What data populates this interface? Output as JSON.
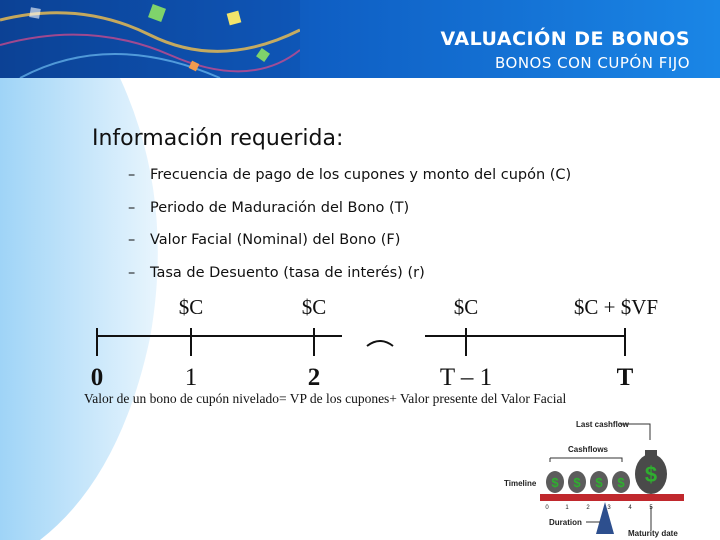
{
  "header": {
    "title": "VALUACIÓN DE BONOS",
    "subtitle": "BONOS CON CUPÓN FIJO"
  },
  "main": {
    "heading": "Información requerida:",
    "bullets": [
      "Frecuencia de pago de los cupones y monto del cupón (C)",
      "Periodo de Maduración del Bono (T)",
      "Valor Facial (Nominal) del Bono (F)",
      "Tasa de Desuento (tasa de interés) (r)"
    ],
    "bullet_marker": "–"
  },
  "timeline": {
    "cashflow_labels": [
      "$C",
      "$C",
      "$C",
      "$C + $VF"
    ],
    "period_labels": [
      "0",
      "1",
      "2",
      "T – 1",
      "T"
    ]
  },
  "formula": "Valor de un bono de cupón nivelado= VP de los cupones+ Valor presente del Valor Facial",
  "illustration": {
    "last_cashflow": "Last cashflow",
    "cashflows": "Cashflows",
    "timeline": "Timeline",
    "duration": "Duration",
    "maturity_date": "Maturity date",
    "ticks": [
      "0",
      "1",
      "2",
      "3",
      "4",
      "5"
    ],
    "bag_symbol": "$"
  },
  "colors": {
    "header_dark": "#0b3d8c",
    "header_light": "#1a86e6",
    "swoosh": "#bfe3fb",
    "beam": "#c0282d",
    "bag": "#3a7d2c"
  }
}
